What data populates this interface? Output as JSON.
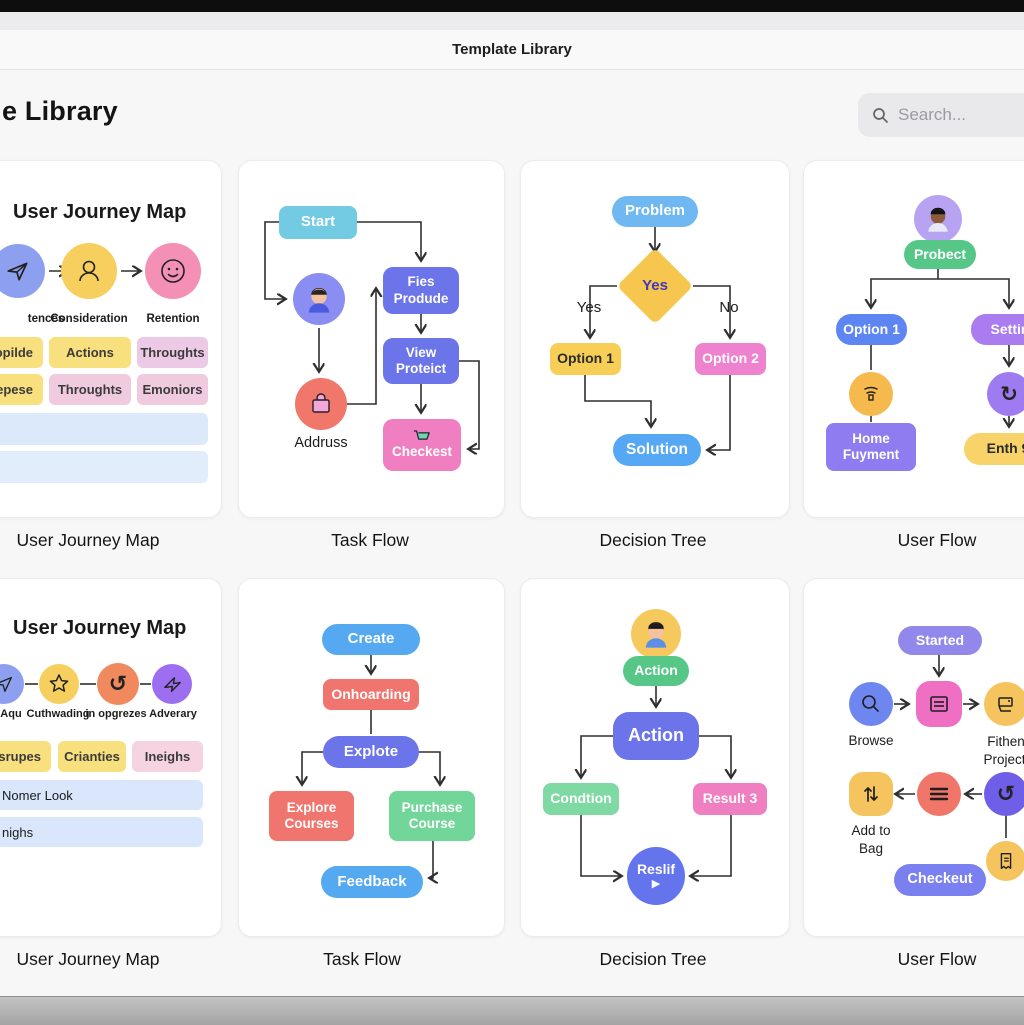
{
  "palette": {
    "cyan": "#72cbe2",
    "sky": "#6fb8f2",
    "blue": "#54a9f0",
    "royal": "#5d86f3",
    "indigo": "#6b74e8",
    "periwinkle": "#8f7cf0",
    "purple": "#a97df0",
    "violet": "#9f7bf2",
    "green": "#57c788",
    "mint": "#7fd9a2",
    "red": "#f0756e",
    "orange": "#f0776a",
    "amber": "#f5b94e",
    "yellow": "#f7cf57",
    "pink": "#ee82ce",
    "magenta": "#f07fc1",
    "chip_yellow": "#f9e07e",
    "chip_pink": "#f0cade",
    "bar_blue": "#d9e6fb"
  },
  "chrome": {
    "titlebar_title": "Template Library"
  },
  "header": {
    "heading": "e Library",
    "search_placeholder": "Search..."
  },
  "captions": {
    "r1": [
      "User Journey Map",
      "Task Flow",
      "Decision Tree",
      "User Flow"
    ],
    "r2": [
      "User Journey Map",
      "Task Flow",
      "Decision Tree",
      "User Flow"
    ]
  },
  "r1c1": {
    "title": "User Journey Map",
    "stages": [
      "tences",
      "Consideration",
      "Retention"
    ],
    "chips1": [
      "opilde",
      "Actions",
      "Throughts"
    ],
    "chips2": [
      "epese",
      "Throughts",
      "Emoniors"
    ]
  },
  "r1c2": {
    "start": "Start",
    "fies": "Fies Produde",
    "view": "View Proteict",
    "checkest": "Checkest",
    "addruss": "Addruss"
  },
  "r1c3": {
    "problem": "Problem",
    "diamond": "Yes",
    "branch_yes": "Yes",
    "branch_no": "No",
    "option1": "Option 1",
    "option2": "Option 2",
    "solution": "Solution"
  },
  "r1c4": {
    "probect": "Probect",
    "option1": "Option 1",
    "settin": "Settin",
    "home_payment": "Home Fuyment",
    "enth": "Enth 9"
  },
  "r2c1": {
    "title": "User Journey Map",
    "stages": [
      "Aqu",
      "Cuthwading",
      "in opgrezes",
      "Adverary"
    ],
    "chips": [
      "srupes",
      "Crianties",
      "Ineighs"
    ],
    "bars": [
      "Nomer Look",
      "nighs"
    ]
  },
  "r2c2": {
    "create": "Create",
    "onboarding": "Onhoarding",
    "explore": "Explote",
    "explore_courses": "Explore Courses",
    "purchase_course": "Purchase Course",
    "feedback": "Feedback"
  },
  "r2c3": {
    "action_small": "Action",
    "action_big": "Action",
    "condition": "Condtion",
    "result": "Result 3",
    "reslif": "Reslif",
    "play": "▶"
  },
  "r2c4": {
    "started": "Started",
    "browse": "Browse",
    "fithen": "Fithen Projecti",
    "add_to_bag": "Add to Bag",
    "checkout": "Checkeut"
  },
  "icons": [
    "search-icon",
    "send-icon",
    "person-icon",
    "smiley-icon",
    "avatar-icon",
    "bag-icon",
    "cart-icon",
    "star-icon",
    "refresh-icon",
    "paper-plane-icon",
    "signal-icon",
    "magnifier-icon",
    "list-icon",
    "sort-icon",
    "menu-icon",
    "receipt-icon",
    "play-icon"
  ]
}
